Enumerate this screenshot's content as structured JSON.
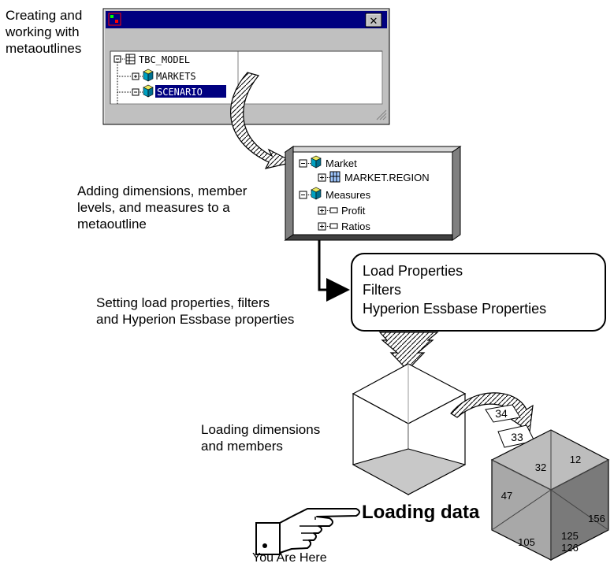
{
  "steps": {
    "create": {
      "caption": "Creating and\nworking with\nmetaoutlines"
    },
    "add": {
      "caption": "Adding dimensions, member\nlevels, and measures to a\nmetaoutline"
    },
    "props": {
      "caption": "Setting load properties, filters\nand Hyperion Essbase properties"
    },
    "load_dims": {
      "caption": "Loading dimensions\nand members"
    },
    "load_data": {
      "caption": "Loading data"
    },
    "here": {
      "caption": "You Are Here"
    }
  },
  "window": {
    "close_glyph": "✕",
    "tree": {
      "root": "TBC_MODEL",
      "children": [
        "MARKETS",
        "SCENARIO"
      ]
    }
  },
  "outline": {
    "items": [
      {
        "label": "Market",
        "sign": "⊟"
      },
      {
        "label": "MARKET.REGION",
        "sign": "⊞"
      },
      {
        "label": "Measures",
        "sign": "⊟"
      },
      {
        "label": "Profit",
        "sign": "⊞"
      },
      {
        "label": "Ratios",
        "sign": "⊞"
      }
    ]
  },
  "properties_box": {
    "lines": [
      "Load Properties",
      "Filters",
      "Hyperion Essbase Properties"
    ]
  },
  "arrow_numbers": [
    "34",
    "33"
  ],
  "data_cube": {
    "top": [
      "32",
      "12"
    ],
    "left": [
      "47",
      "105"
    ],
    "right": [
      "156",
      "125",
      "126"
    ]
  },
  "colors": {
    "titlebar": "#000080",
    "window_gray": "#c0c0c0",
    "cube_top": "#bdbdbd",
    "cube_left": "#a8a8a8",
    "cube_right": "#7a7a7a",
    "dim_icon": "#00a0c0"
  }
}
